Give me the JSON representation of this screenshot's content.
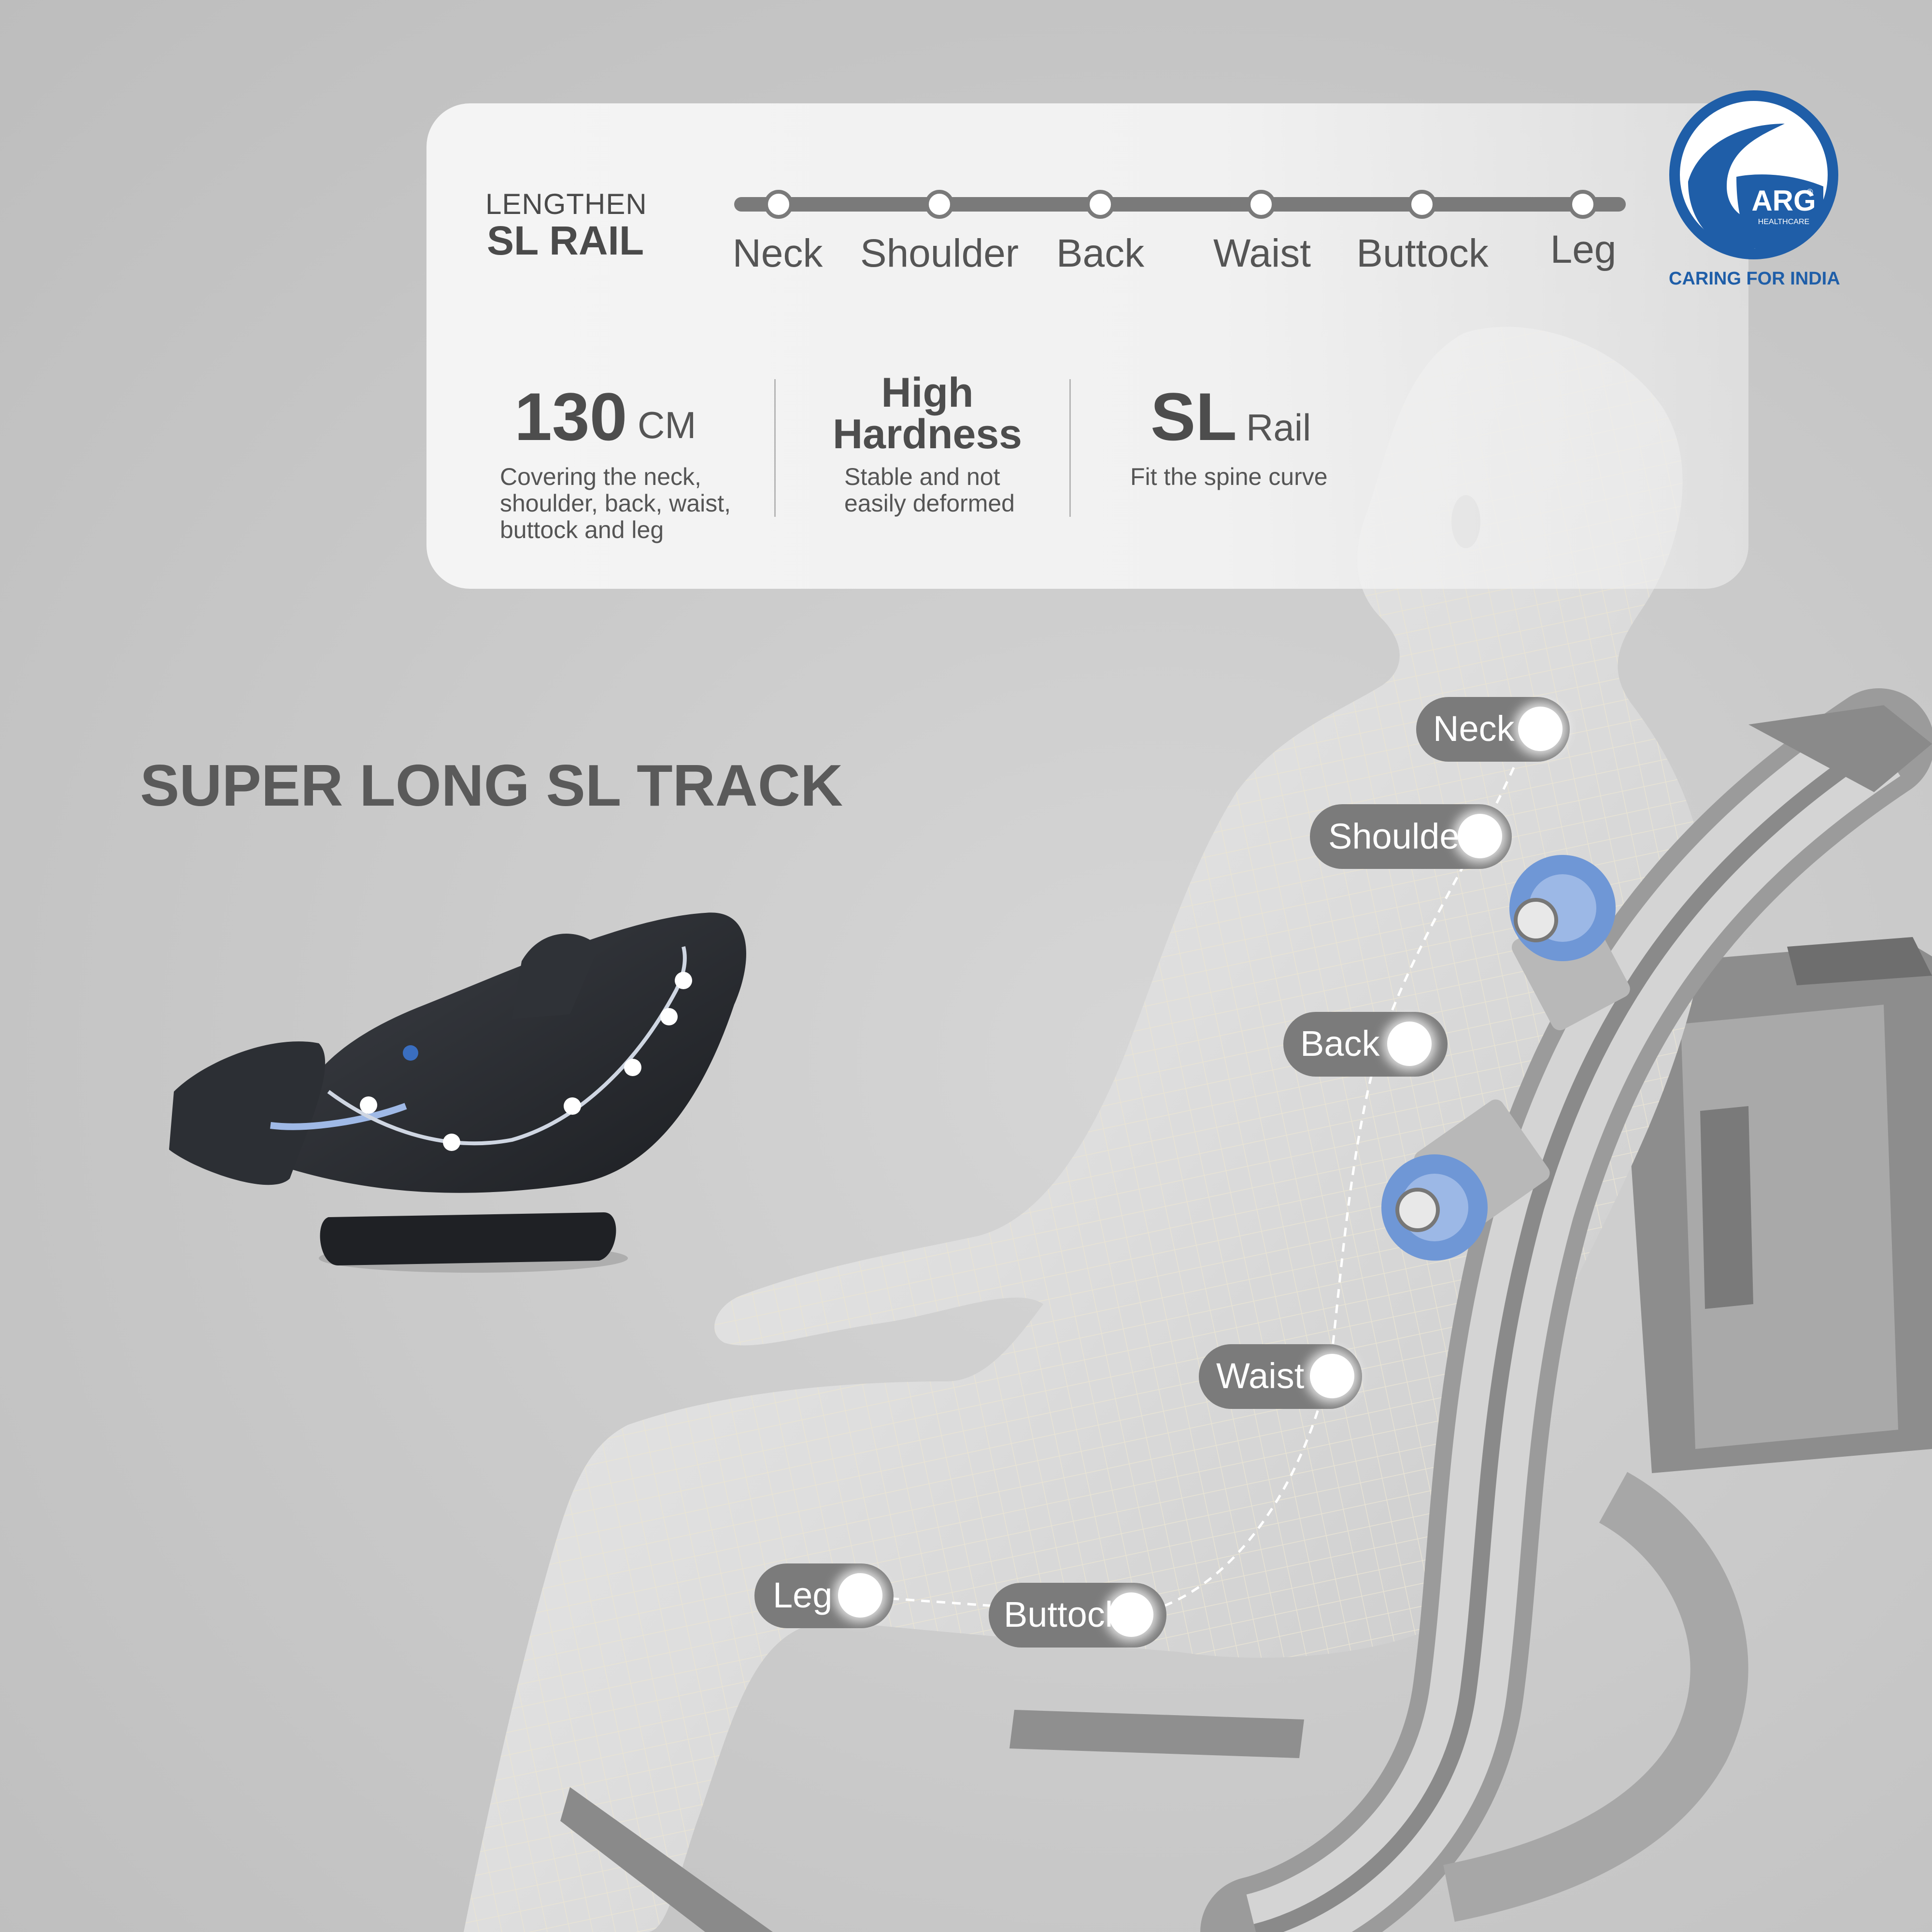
{
  "header": {
    "lengthen": "LENGTHEN",
    "rail_title": "SL RAIL"
  },
  "rail_points": [
    "Neck",
    "Shoulder",
    "Back",
    "Waist",
    "Buttock",
    "Leg"
  ],
  "specs": {
    "length_value": "130",
    "length_unit": "CM",
    "length_desc": "Covering the neck,\nshoulder, back, waist,\nbuttock and leg",
    "hardness_title": "High\nHardness",
    "hardness_desc": "Stable and not\neasily deformed",
    "rail_big": "SL",
    "rail_word": "Rail",
    "rail_desc": "Fit the spine curve"
  },
  "headline": "SUPER LONG SL TRACK",
  "logo": {
    "brand": "ARG",
    "sub": "HEALTHCARE",
    "mark": "®",
    "tagline": "CARING FOR INDIA"
  },
  "body_points": [
    "Neck",
    "Shoulder",
    "Back",
    "Waist",
    "Buttock",
    "Leg"
  ],
  "colors": {
    "brand_blue": "#1f5ea8",
    "pill_grey": "#7b7b7b",
    "roller_blue": "#6f97d6",
    "text_grey": "#555555"
  }
}
